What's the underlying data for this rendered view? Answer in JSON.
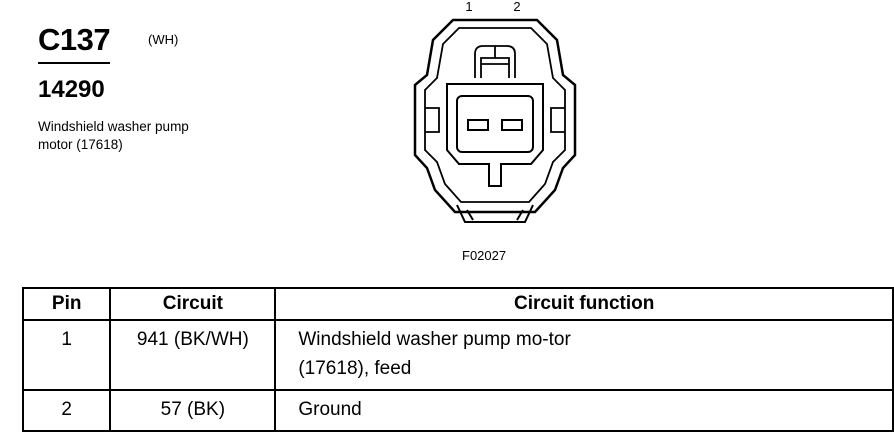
{
  "connector": {
    "id": "C137",
    "color_code": "(WH)",
    "part_number": "14290",
    "description": "Windshield washer pump motor (17618)",
    "figure_code": "F02027",
    "pin_labels": [
      "1",
      "2"
    ]
  },
  "table": {
    "headers": [
      "Pin",
      "Circuit",
      "Circuit function"
    ],
    "rows": [
      {
        "pin": "1",
        "circuit": "941 (BK/WH)",
        "function": "Windshield washer pump mo-tor (17618), feed"
      },
      {
        "pin": "2",
        "circuit": "57 (BK)",
        "function": "Ground"
      }
    ]
  }
}
